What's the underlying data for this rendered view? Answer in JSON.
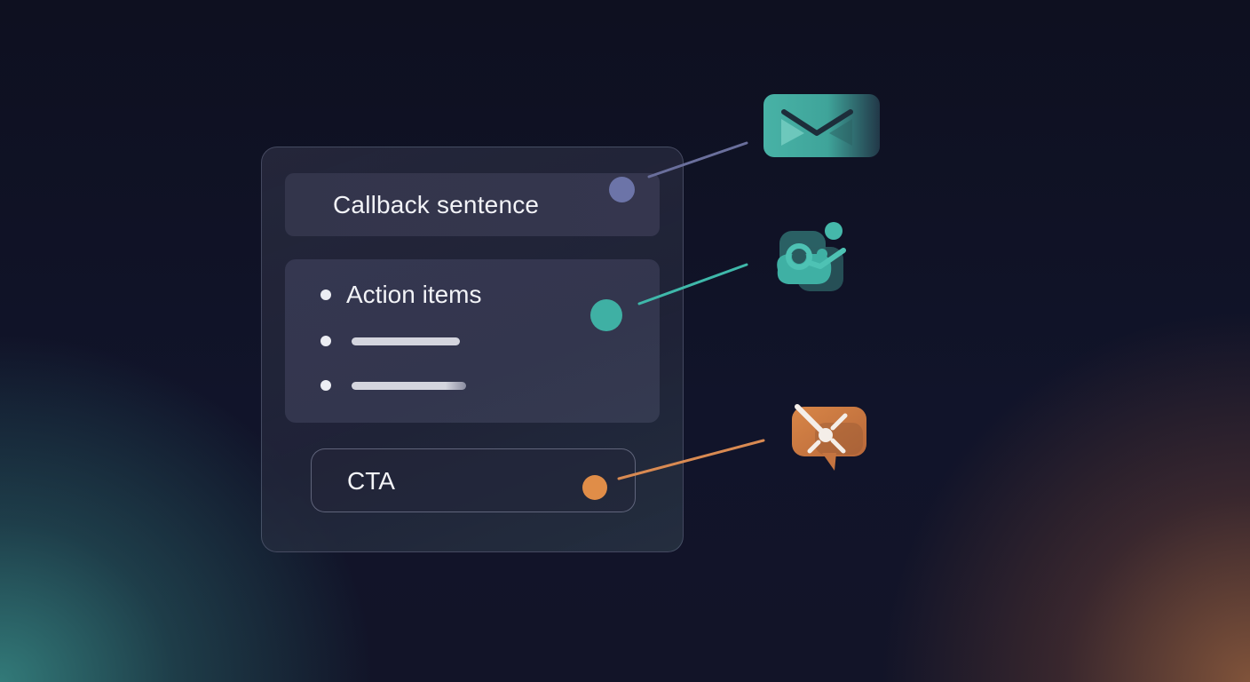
{
  "diagram": {
    "panel": {
      "sections": [
        {
          "id": "callback",
          "label": "Callback sentence",
          "dot_color": "#6c74a8",
          "connector_color": "#6a6f9c",
          "target_icon": "mail-icon"
        },
        {
          "id": "action-items",
          "label": "Action items",
          "placeholder_lines": 2,
          "dot_color": "#3fb0a4",
          "connector_color": "#3fb8aa",
          "target_icon": "team-check-icon"
        },
        {
          "id": "cta",
          "label": "CTA",
          "dot_color": "#e08d48",
          "connector_color": "#d98a52",
          "target_icon": "chat-target-icon"
        }
      ]
    },
    "colors": {
      "background": "#0f1122",
      "teal_accent": "#3fb0a4",
      "orange_accent": "#e08d48",
      "indigo_accent": "#6c74a8"
    }
  }
}
